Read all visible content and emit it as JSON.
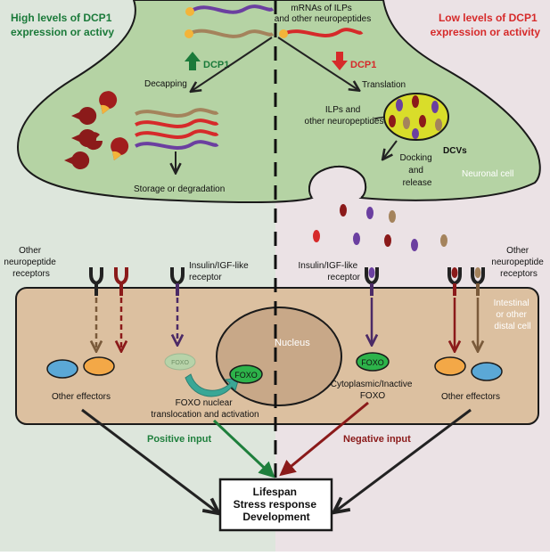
{
  "left_title": [
    "High levels of DCP1",
    "expression or activy"
  ],
  "right_title": [
    "Low levels of DCP1",
    "expression or activity"
  ],
  "mrna_label": [
    "mRNAs of ILPs",
    "and other neuropeptides"
  ],
  "dcp1_label": "DCP1",
  "decapping_label": "Decapping",
  "translation_label": "Translation",
  "storage_label": "Storage or degradation",
  "ilps_label": [
    "ILPs and",
    "other neuropeptides"
  ],
  "dcvs_label": "DCVs",
  "docking_label": [
    "Docking",
    "and",
    "release"
  ],
  "neuronal_label": "Neuronal cell",
  "other_receptors_label": [
    "Other",
    "neuropeptide",
    "receptors"
  ],
  "insulin_receptor_label": [
    "Insulin/IGF-like",
    "receptor"
  ],
  "intestinal_label": [
    "Intestinal",
    "or other",
    "distal cell"
  ],
  "nucleus_label": "Nucleus",
  "foxo_label": "FOXO",
  "foxo_translocation_label": [
    "FOXO nuclear",
    "translocation and activation"
  ],
  "foxo_inactive_label": [
    "Cytoplasmic/Inactive",
    "FOXO"
  ],
  "other_effectors_label": "Other effectors",
  "positive_input_label": "Positive input",
  "negative_input_label": "Negative input",
  "outcome_label": [
    "Lifespan",
    "Stress response",
    "Development"
  ],
  "colors": {
    "left_bg": "#dde6dc",
    "right_bg": "#ebe2e5",
    "neuron_fill": "#b5d3a4",
    "cell_fill": "#dcc0a0",
    "nucleus_fill": "#c8a888",
    "foxo_green": "#2db34a",
    "positive_green": "#1e7f3c",
    "negative_red": "#8b1a1a",
    "dcp1_up": "#1b7a3a",
    "dcp1_down": "#d62a2a"
  }
}
